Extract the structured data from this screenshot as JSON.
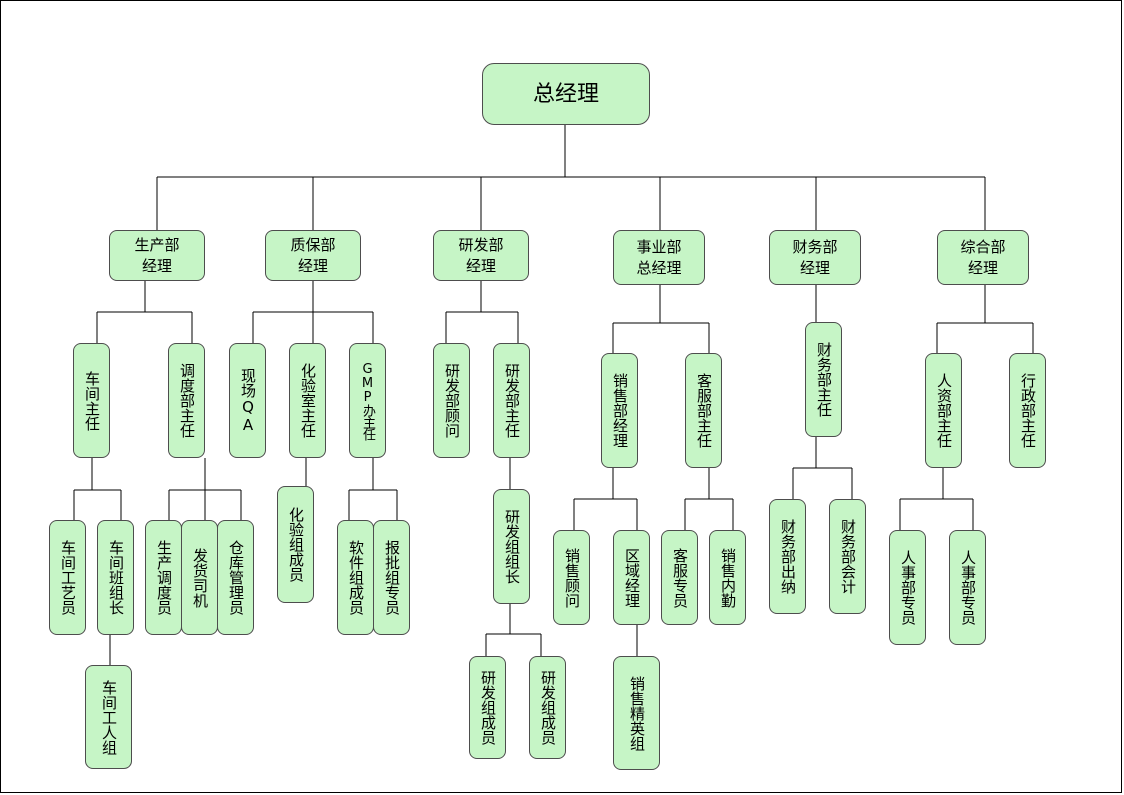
{
  "diagram": {
    "root": "总经理",
    "departments": {
      "production": {
        "line1": "生产部",
        "line2": "经理"
      },
      "quality": {
        "line1": "质保部",
        "line2": "经理"
      },
      "rnd": {
        "line1": "研发部",
        "line2": "经理"
      },
      "business": {
        "line1": "事业部",
        "line2": "总经理"
      },
      "finance": {
        "line1": "财务部",
        "line2": "经理"
      },
      "general": {
        "line1": "综合部",
        "line2": "经理"
      }
    },
    "nodes": {
      "workshop_director": "车间主任",
      "dispatch_director": "调度部主任",
      "workshop_craftsman": "车间工艺员",
      "workshop_team_leader": "车间班组长",
      "workshop_worker_group": "车间工人组",
      "production_dispatcher": "生产调度员",
      "delivery_driver": "发货司机",
      "warehouse_keeper": "仓库管理员",
      "site_qa": "现场QA",
      "lab_director": "化验室主任",
      "gmp_office_director": "GMP办主任",
      "lab_member": "化验组成员",
      "software_member": "软件组成员",
      "approval_specialist": "报批组专员",
      "rnd_consultant": "研发部顾问",
      "rnd_director": "研发部主任",
      "rnd_team_leader": "研发组组长",
      "rnd_member_1": "研发组成员",
      "rnd_member_2": "研发组成员",
      "sales_manager": "销售部经理",
      "service_director": "客服部主任",
      "sales_consultant": "销售顾问",
      "regional_manager": "区域经理",
      "sales_elite_group": "销售精英组",
      "service_specialist": "客服专员",
      "sales_inside": "销售内勤",
      "finance_director": "财务部主任",
      "cashier": "财务部出纳",
      "accountant": "财务部会计",
      "hr_director": "人资部主任",
      "admin_director": "行政部主任",
      "hr_specialist_1": "人事部专员",
      "hr_specialist_2": "人事部专员"
    }
  },
  "colors": {
    "node_fill": "#c6f5c6",
    "node_border": "#4d4d4d",
    "line": "#000000"
  }
}
